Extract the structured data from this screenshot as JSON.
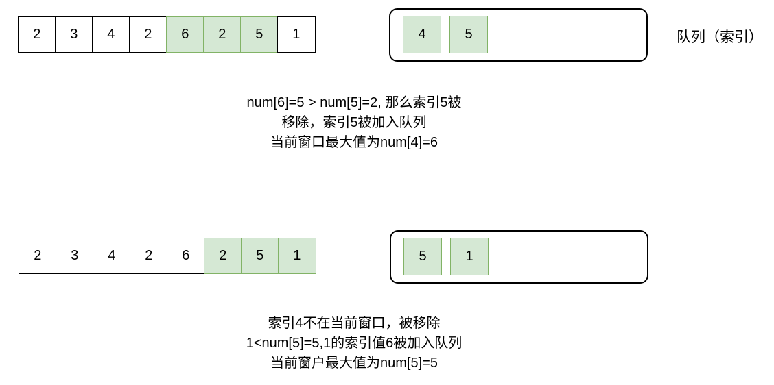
{
  "steps": [
    {
      "array": [
        "2",
        "3",
        "4",
        "2",
        "6",
        "2",
        "5",
        "1"
      ],
      "window": [
        4,
        5,
        6
      ],
      "queue": [
        "4",
        "5"
      ],
      "caption": [
        "num[6]=5  > num[5]=2, 那么索引5被",
        "移除，索引5被加入队列",
        "当前窗口最大值为num[4]=6"
      ]
    },
    {
      "array": [
        "2",
        "3",
        "4",
        "2",
        "6",
        "2",
        "5",
        "1"
      ],
      "window": [
        5,
        6,
        7
      ],
      "queue": [
        "5",
        "1"
      ],
      "caption": [
        "索引4不在当前窗口，被移除",
        "1<num[5]=5,1的索引值6被加入队列",
        "当前窗户最大值为num[5]=5"
      ]
    }
  ],
  "queue_label": "队列（索引）",
  "colors": {
    "window_fill": "#d5e8d4",
    "window_stroke": "#82b366",
    "cell_stroke": "#000000"
  }
}
